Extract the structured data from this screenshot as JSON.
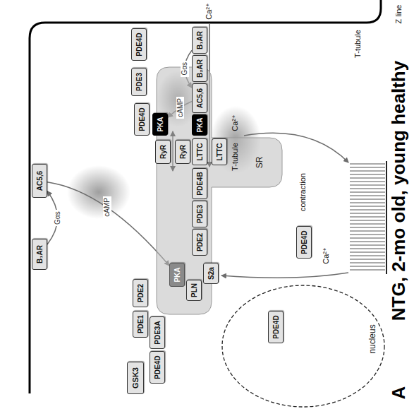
{
  "diagram": {
    "title": "NTG, 2-mo old, young healthy",
    "nodes": [
      {
        "text": [
          "B₁AR"
        ]
      },
      {
        "text": [
          "AC5,6"
        ]
      },
      {
        "text": [
          "PDE4D"
        ]
      },
      {
        "text": [
          "PDE3"
        ]
      },
      {
        "text": [
          "PDE4D"
        ]
      },
      {
        "text": [
          "PKA"
        ]
      },
      {
        "text": [
          "SR"
        ]
      },
      {
        "text": [
          "RyR"
        ]
      },
      {
        "text": [
          "RyR"
        ]
      },
      {
        "text": [
          "B₁AR"
        ]
      },
      {
        "text": [
          "B₂AR"
        ]
      },
      {
        "text": [
          "AC5,6"
        ]
      },
      {
        "text": [
          "PKA"
        ]
      },
      {
        "text": [
          "LTTC"
        ]
      },
      {
        "text": [
          "LTTC"
        ]
      },
      {
        "text": [
          "PDE4B"
        ]
      },
      {
        "text": [
          "PDE3"
        ]
      },
      {
        "text": [
          "PDE2"
        ]
      },
      {
        "text": [
          "PKA"
        ]
      },
      {
        "text": [
          "PLN"
        ]
      },
      {
        "text": [
          "S2a"
        ]
      },
      {
        "text": [
          "PDE2"
        ]
      },
      {
        "text": [
          "PDE1"
        ]
      },
      {
        "text": [
          "PDE3A"
        ]
      },
      {
        "text": [
          "PDE4D"
        ]
      },
      {
        "text": [
          "GSK3"
        ]
      },
      {
        "text": [
          "PDE4D"
        ]
      },
      {
        "text": [
          "nucleus"
        ]
      },
      {
        "text": [
          "PDE4D"
        ],
        "in": 27
      }
    ],
    "edges": [
      {
        "from": 0,
        "to": 1,
        "label": "Gαs",
        "arrow": "to"
      },
      {
        "from": 1,
        "to": 18,
        "label": "cAMP",
        "arrow": "to"
      },
      {
        "from": 9,
        "to": 11,
        "label": "Gαs",
        "arrow": "to"
      },
      {
        "from": 11,
        "to": 5,
        "label": "cAMP",
        "arrow": "to"
      }
    ],
    "labels": [
      "A",
      "Ca²⁺",
      "Ca²⁺",
      "T-tubule",
      "T-tubule",
      "contraction",
      "Ca²⁺",
      "Z line"
    ]
  }
}
